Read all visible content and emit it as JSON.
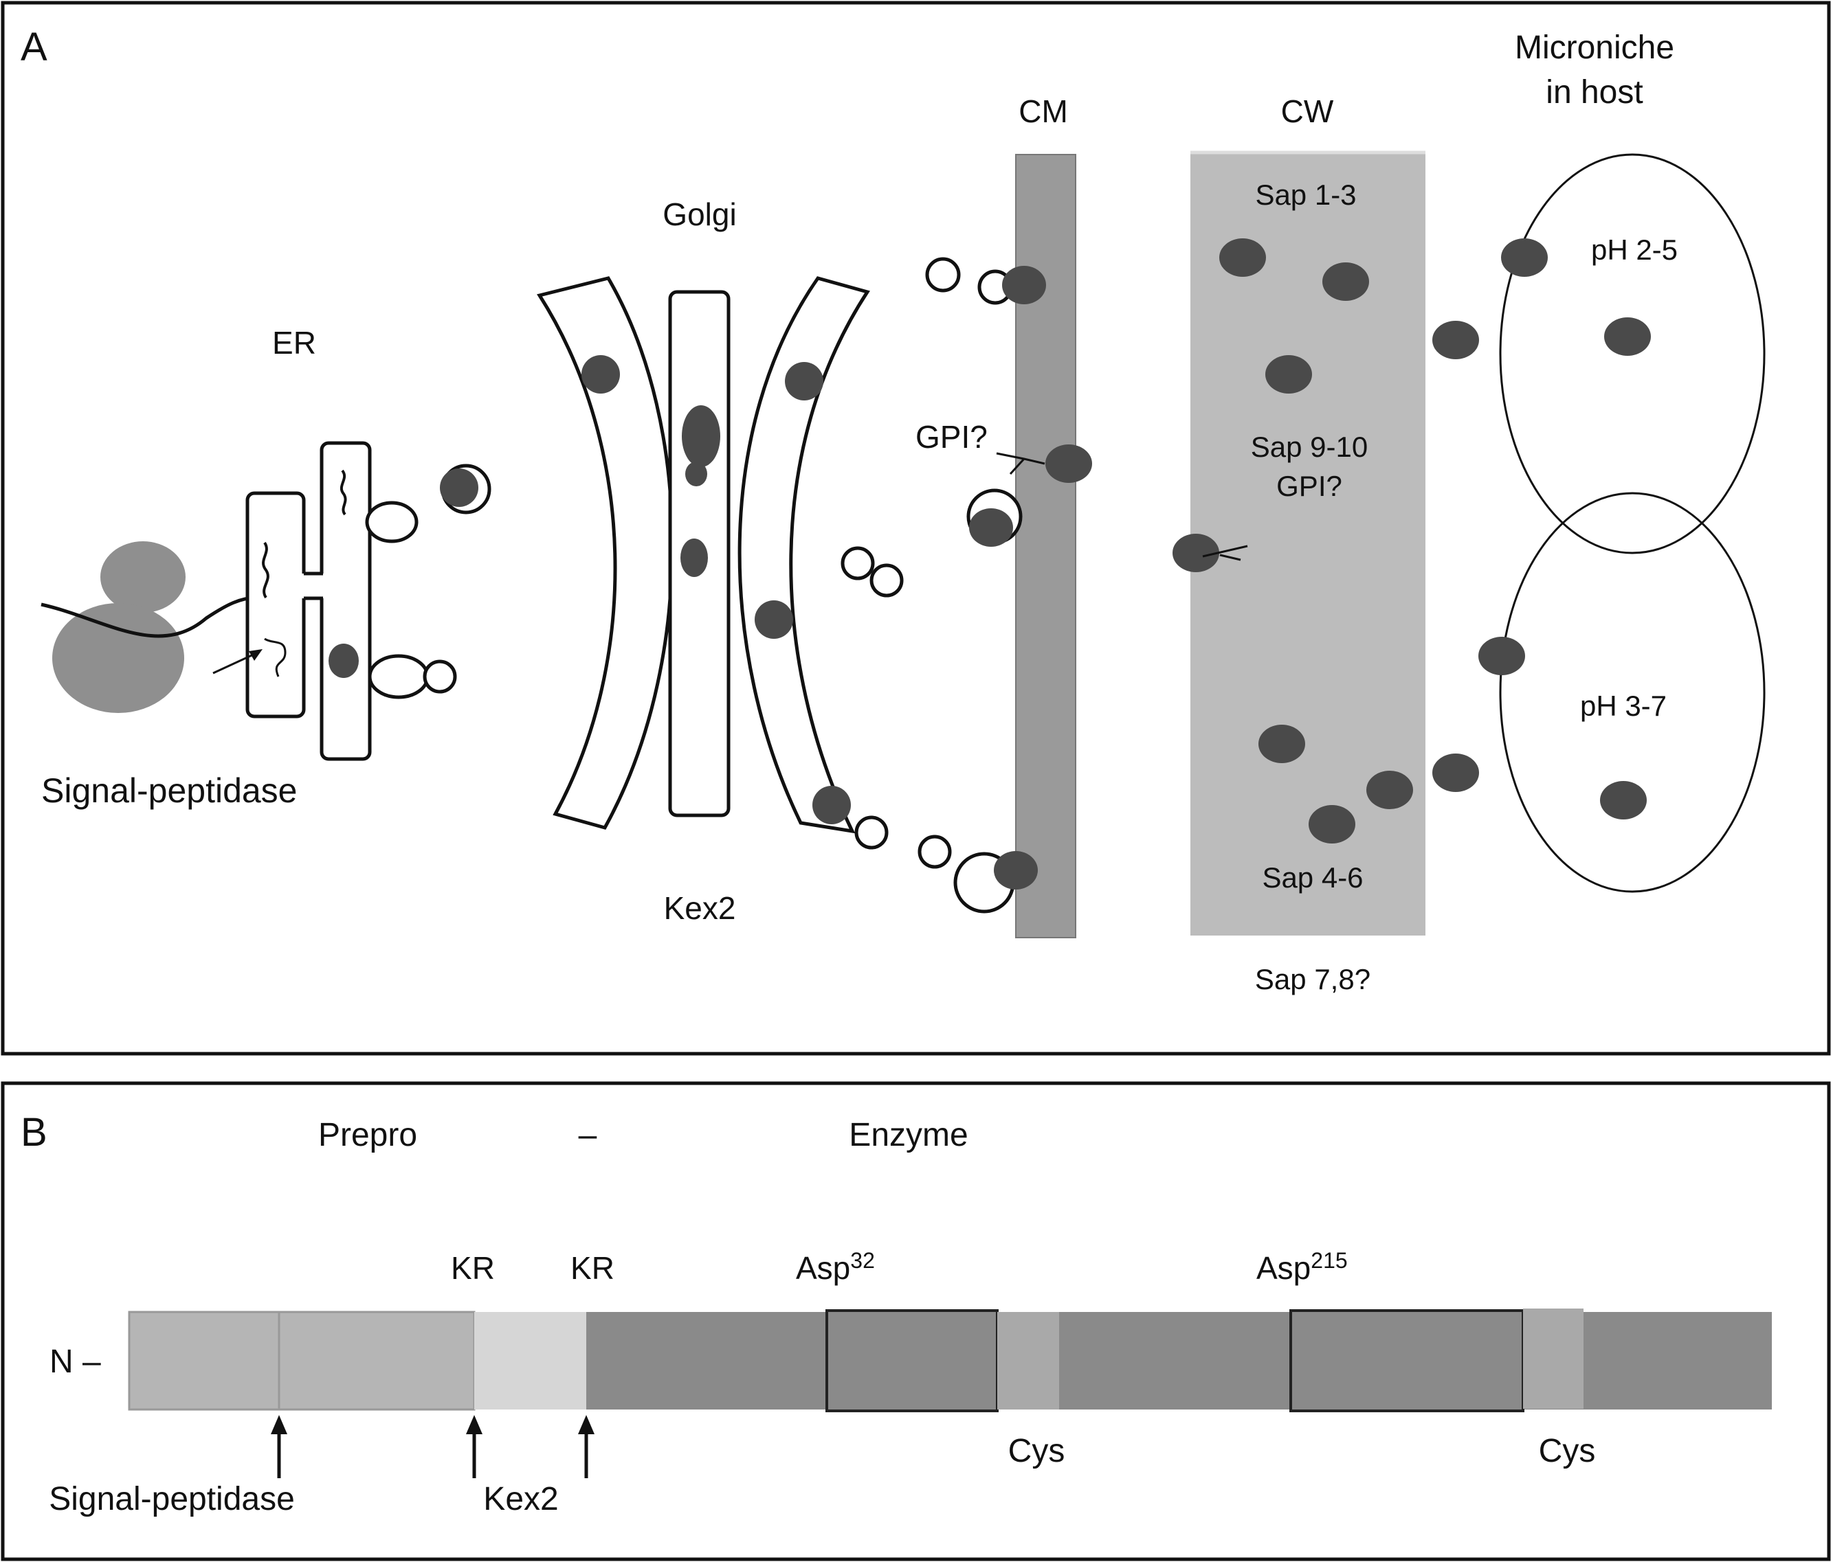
{
  "colors": {
    "border": "#111111",
    "ribosome": "#8f8f8f",
    "membrane": "#9a9a9a",
    "cell_wall": "#bcbcbc",
    "protein": "#4a4a4a",
    "prepro_light": "#b5b5b5",
    "kex_segment": "#d6d6d6",
    "enzyme": "#8a8a8a",
    "cys": "#a9a9a9"
  },
  "panel_a": {
    "letter": "A",
    "er": "ER",
    "golgi": "Golgi",
    "kex2": "Kex2",
    "cm": "CM",
    "cw": "CW",
    "microniche_line1": "Microniche",
    "microniche_line2": "in host",
    "signal_peptidase": "Signal-peptidase",
    "gpi": "GPI?",
    "sap13": "Sap 1-3",
    "sap910": "Sap 9-10",
    "gpi2": "GPI?",
    "sap46": "Sap 4-6",
    "sap78": "Sap 7,8?",
    "ph1": "pH 2-5",
    "ph2": "pH 3-7"
  },
  "panel_b": {
    "letter": "B",
    "prepro": "Prepro",
    "dash": "–",
    "enzyme": "Enzyme",
    "kr1": "KR",
    "kr2": "KR",
    "asp32_base": "Asp",
    "asp32_sup": "32",
    "asp215_base": "Asp",
    "asp215_sup": "215",
    "n_term": "N –",
    "cys1": "Cys",
    "cys2": "Cys",
    "signal_peptidase": "Signal-peptidase",
    "kex2": "Kex2"
  }
}
